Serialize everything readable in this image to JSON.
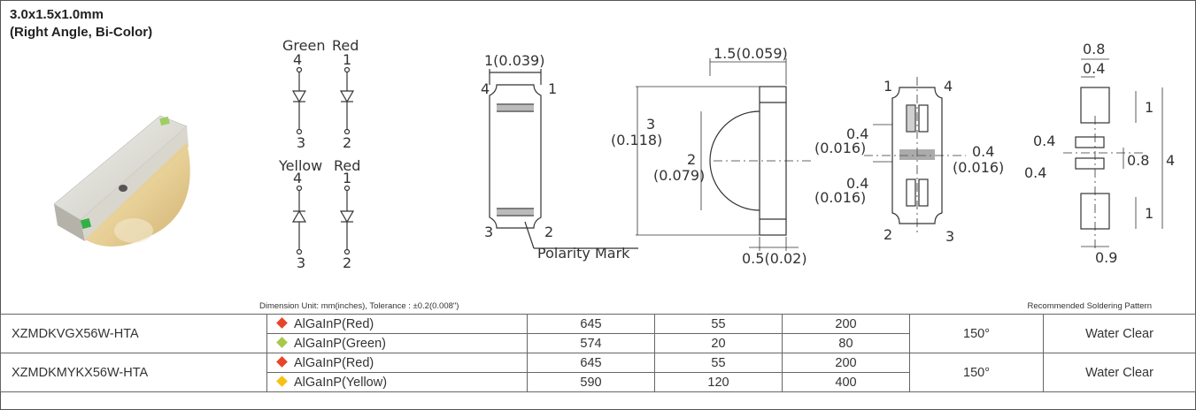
{
  "title": {
    "line1": "3.0x1.5x1.0mm",
    "line2": "(Right Angle, Bi-Color)"
  },
  "schematic": {
    "top_left": {
      "color": "Green",
      "pin_top": "4",
      "pin_bottom": "3"
    },
    "top_right": {
      "color": "Red",
      "pin_top": "1",
      "pin_bottom": "2"
    },
    "bottom_left": {
      "color": "Yellow",
      "pin_top": "4",
      "pin_bottom": "3"
    },
    "bottom_right": {
      "color": "Red",
      "pin_top": "1",
      "pin_bottom": "2"
    }
  },
  "front_view": {
    "width_label": "1(0.039)",
    "pin_tl": "4",
    "pin_tr": "1",
    "pin_bl": "3",
    "pin_br": "2",
    "polarity_label": "Polarity Mark"
  },
  "side_view": {
    "width_label": "1.5(0.059)",
    "height_label_1": "3",
    "height_label_2": "(0.118)",
    "lens_label_1": "2",
    "lens_label_2": "(0.079)",
    "base_label": "0.5(0.02)"
  },
  "bottom_view": {
    "pin_tl": "1",
    "pin_tr": "4",
    "pin_bl": "2",
    "pin_br": "3",
    "dim_a_1": "0.4",
    "dim_a_2": "(0.016)",
    "dim_b_1": "0.4",
    "dim_b_2": "(0.016)",
    "dim_c_1": "0.4",
    "dim_c_2": "(0.016)"
  },
  "solder_pattern": {
    "top_width": "0.8",
    "top_inner": "0.4",
    "pad_height_top": "1",
    "side_label_a": "0.4",
    "mid_label": "0.8",
    "side_label_b": "0.4",
    "total_height": "4",
    "pad_height_bottom": "1",
    "bottom_width": "0.9"
  },
  "dimension_note": "Dimension Unit: mm(inches), Tolerance : ±0.2(0.008\")",
  "solder_note": "Recommended Soldering Pattern",
  "colors": {
    "red": "#e8442a",
    "green": "#a7c94a",
    "yellow": "#f7c114"
  },
  "table": {
    "rows": [
      {
        "part": "XZMDKVGX56W-HTA",
        "chips": [
          {
            "name": "AlGaInP(Red)",
            "color": "red",
            "wavelength": "645",
            "v1": "55",
            "v2": "200"
          },
          {
            "name": "AlGaInP(Green)",
            "color": "green",
            "wavelength": "574",
            "v1": "20",
            "v2": "80"
          }
        ],
        "angle": "150°",
        "lens": "Water Clear"
      },
      {
        "part": "XZMDKMYKX56W-HTA",
        "chips": [
          {
            "name": "AlGaInP(Red)",
            "color": "red",
            "wavelength": "645",
            "v1": "55",
            "v2": "200"
          },
          {
            "name": "AlGaInP(Yellow)",
            "color": "yellow",
            "wavelength": "590",
            "v1": "120",
            "v2": "400"
          }
        ],
        "angle": "150°",
        "lens": "Water Clear"
      }
    ]
  }
}
